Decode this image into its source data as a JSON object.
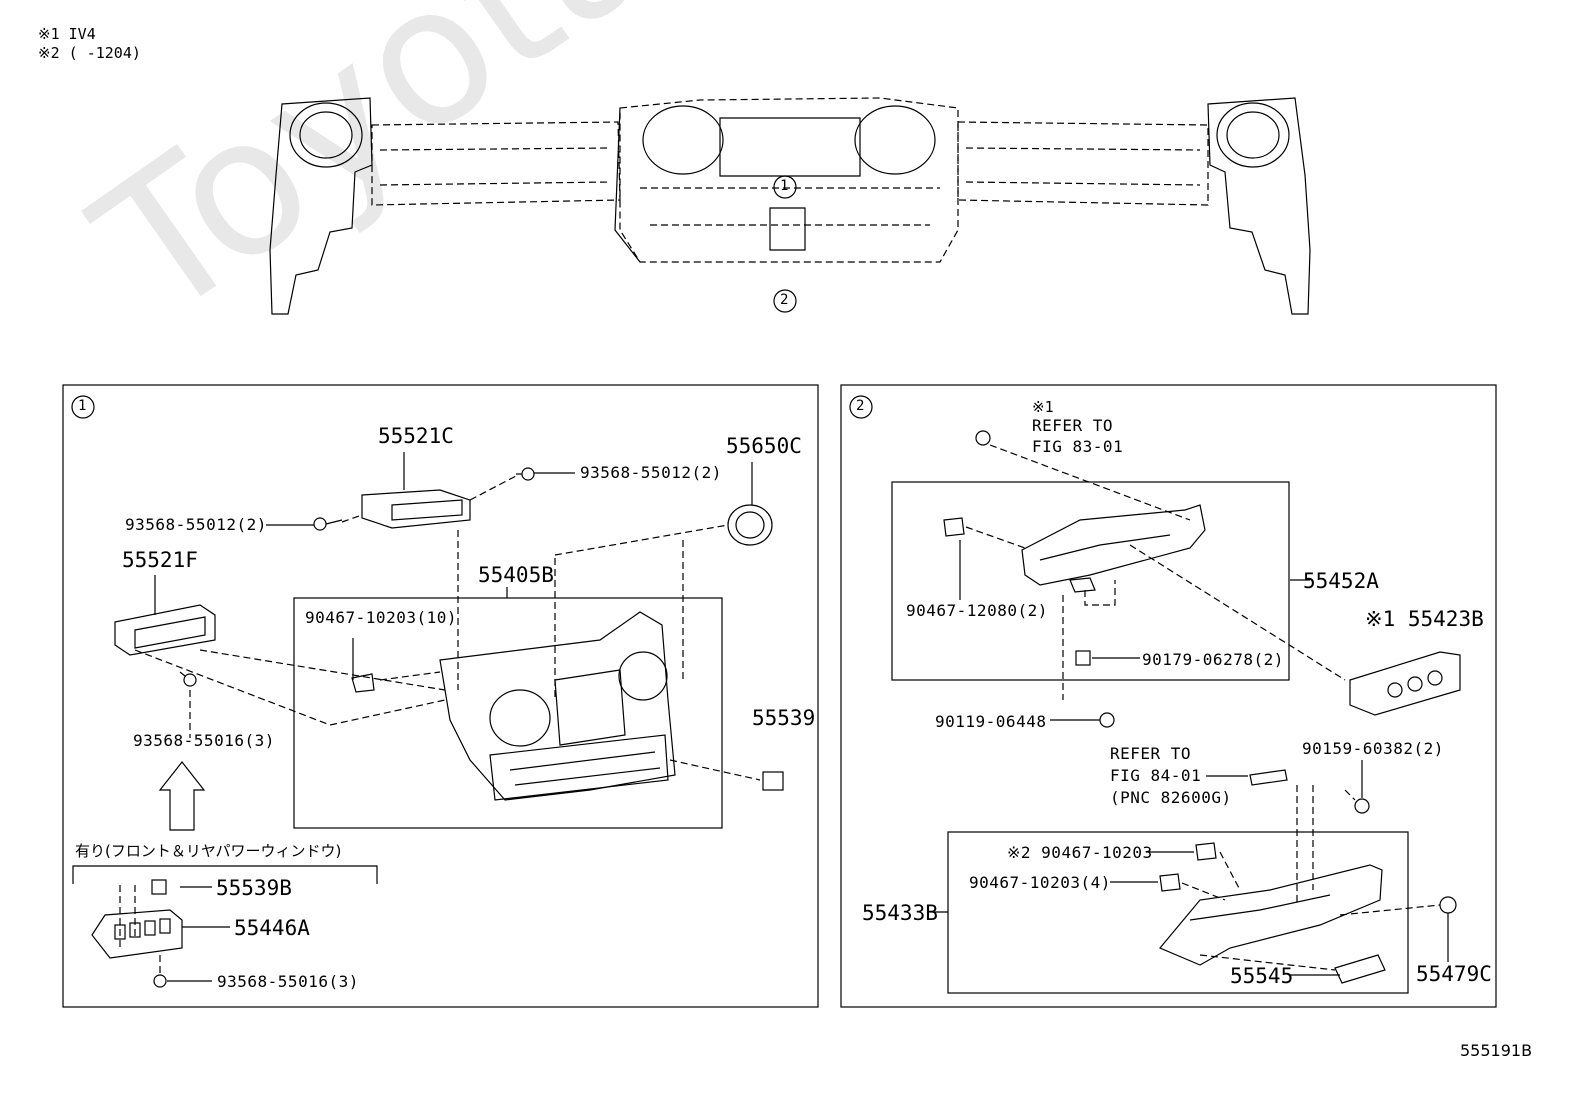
{
  "header": {
    "note1": "※1  IV4",
    "note2": "※2 (      -1204)"
  },
  "overview": {
    "callout_1": "1",
    "callout_2": "2"
  },
  "panel1": {
    "callout": "1",
    "parts": {
      "p55521C": "55521C",
      "p55650C": "55650C",
      "p93568_55012_top": "93568-55012(2)",
      "p93568_55012_left": "93568-55012(2)",
      "p55521F": "55521F",
      "p55405B": "55405B",
      "p90467_10203_10": "90467-10203(10)",
      "p93568_55016_a": "93568-55016(3)",
      "p55539": "55539",
      "p55539B": "55539B",
      "p55446A": "55446A",
      "p93568_55016_b": "93568-55016(3)"
    },
    "option_label": "有り(フロント＆リヤパワーウィンドウ)"
  },
  "panel2": {
    "callout": "2",
    "refer1_mark": "※1",
    "refer1_line1": "REFER TO",
    "refer1_line2": "FIG 83-01",
    "parts": {
      "p55452A": "55452A",
      "p55423B": "※1 55423B",
      "p90467_12080": "90467-12080(2)",
      "p90179_06278": "90179-06278(2)",
      "p90119_06448": "90119-06448",
      "p90159_60382": "90159-60382(2)",
      "p90467_10203_s2": "※2 90467-10203",
      "p90467_10203_4": "90467-10203(4)",
      "p55433B": "55433B",
      "p55545": "55545",
      "p55479C": "55479C"
    },
    "refer2_line1": "REFER TO",
    "refer2_line2": "FIG 84-01",
    "refer2_line3": "(PNC 82600G)"
  },
  "watermark": "ToyotaCarMiner.ru",
  "figure_id": "555191B"
}
